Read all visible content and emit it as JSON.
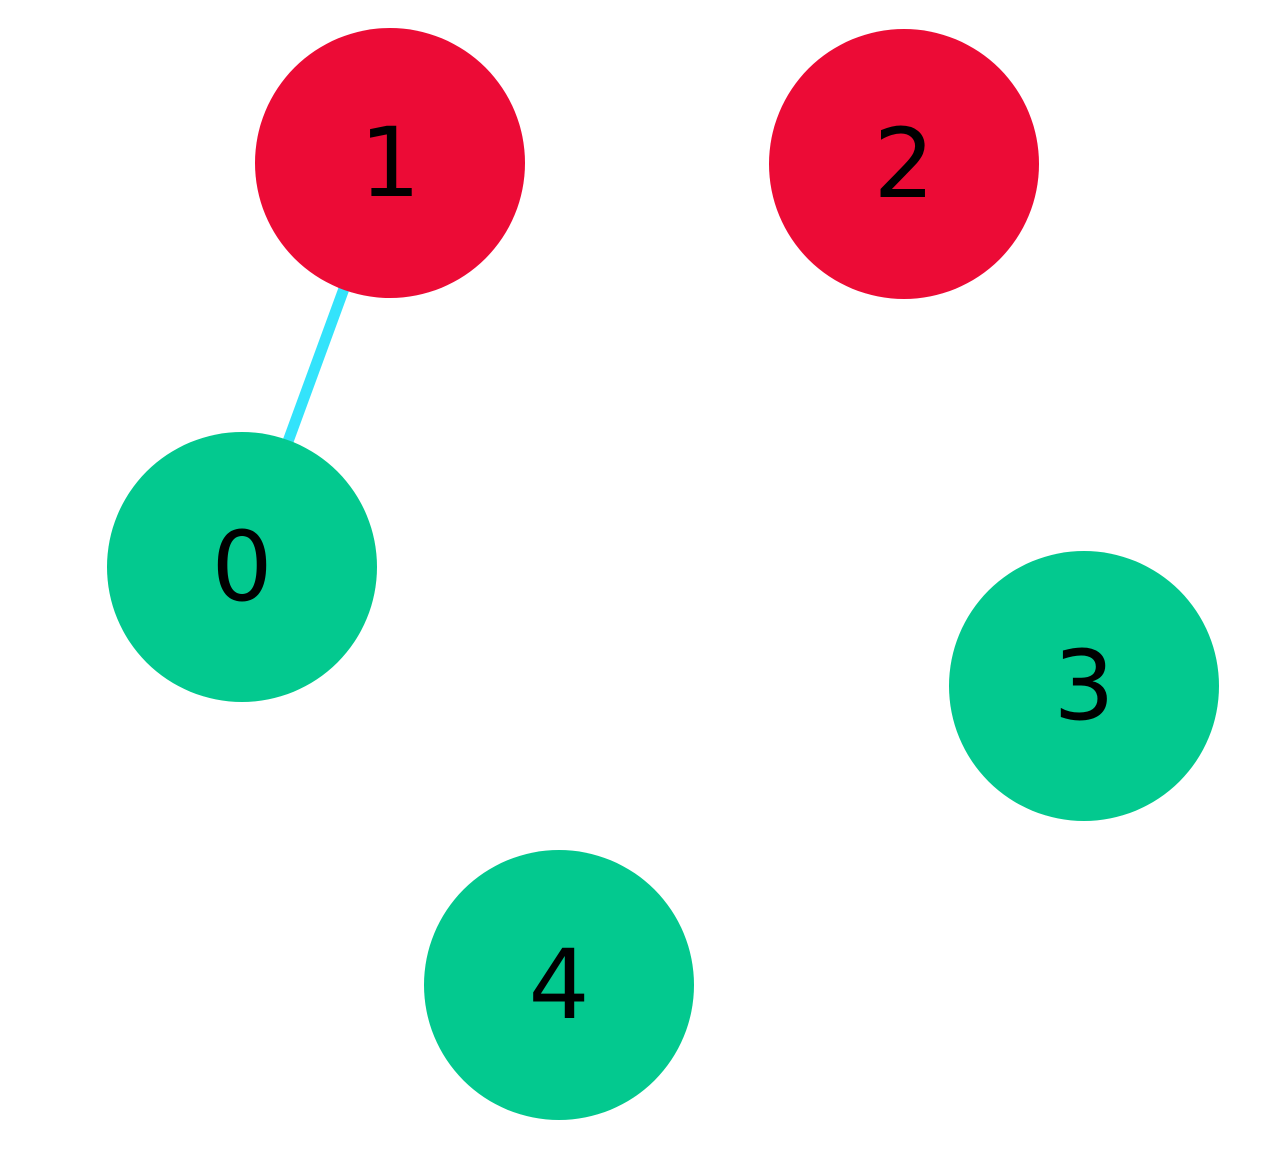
{
  "graph": {
    "nodes": [
      {
        "id": "0",
        "label": "0",
        "color": "#03c98f"
      },
      {
        "id": "1",
        "label": "1",
        "color": "#ec0b36"
      },
      {
        "id": "2",
        "label": "2",
        "color": "#ec0b36"
      },
      {
        "id": "3",
        "label": "3",
        "color": "#03c98f"
      },
      {
        "id": "4",
        "label": "4",
        "color": "#03c98f"
      }
    ],
    "edges": [
      {
        "source": "1",
        "target": "0",
        "color": "#33e3fb"
      }
    ]
  }
}
